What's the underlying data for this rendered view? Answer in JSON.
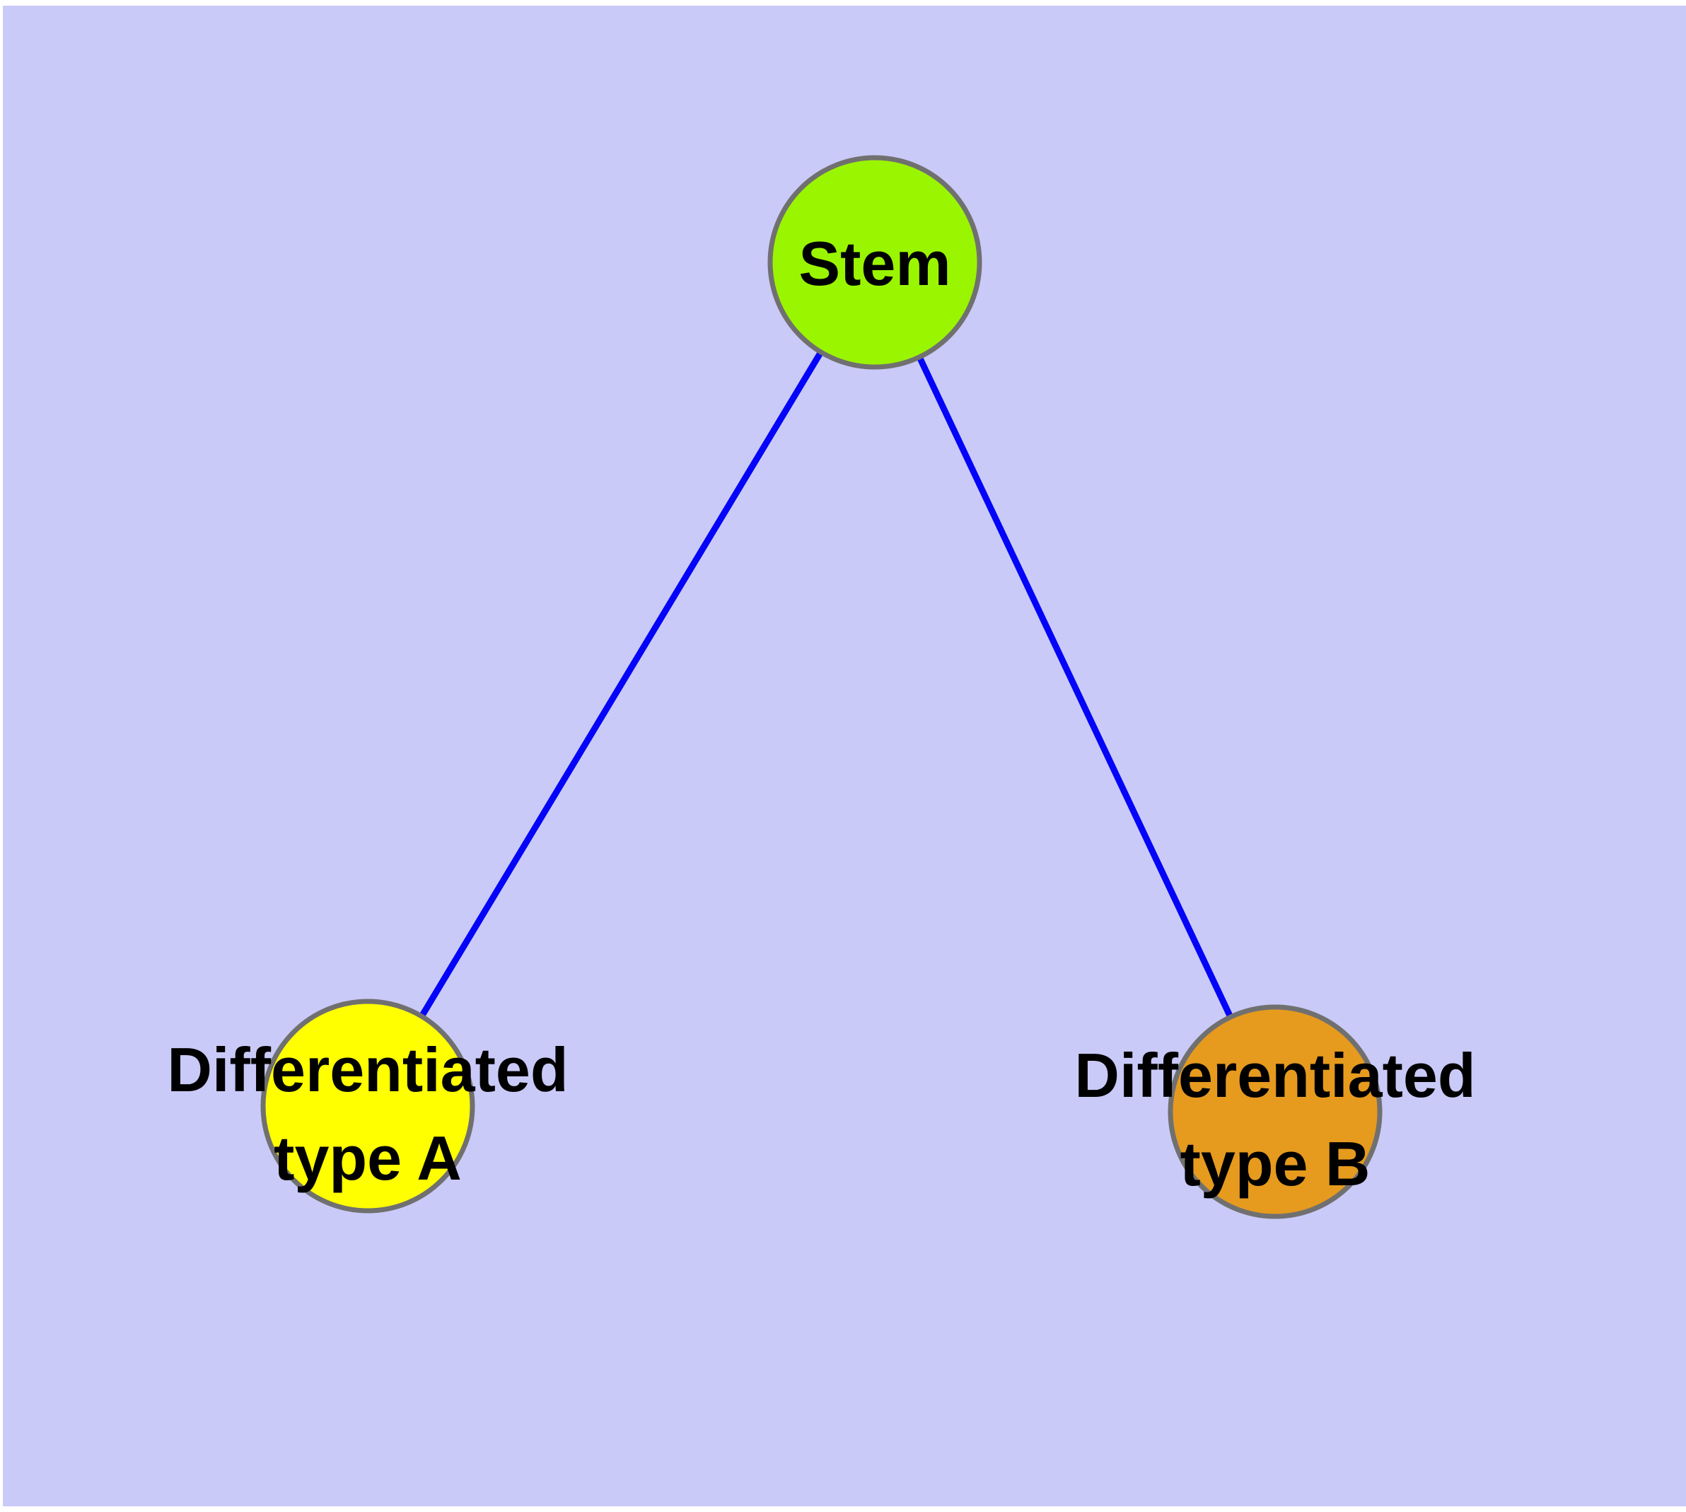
{
  "diagram": {
    "title": "",
    "background": "#cacaf8",
    "page_background": "#ffffff",
    "node_border_color": "#707070",
    "edge": {
      "color": "#0404f8"
    },
    "nodes": [
      {
        "id": "stem",
        "label": "Stem",
        "lines": [
          "Stem"
        ],
        "fill": "#9af500"
      },
      {
        "id": "differentiated-type-a",
        "label": "Differentiated type A",
        "lines": [
          "Differentiated",
          "type A"
        ],
        "fill": "#ffff00"
      },
      {
        "id": "differentiated-type-b",
        "label": "Differentiated type B",
        "lines": [
          "Differentiated",
          "type B"
        ],
        "fill": "#e69a1e"
      }
    ],
    "edges": [
      {
        "from": "Stem",
        "to": "Differentiated type A"
      },
      {
        "from": "Stem",
        "to": "Differentiated type B"
      }
    ]
  }
}
